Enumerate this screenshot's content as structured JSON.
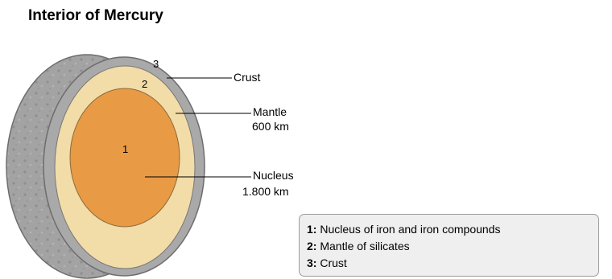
{
  "title": "Interior of Mercury",
  "colors": {
    "nucleus": "#e89a45",
    "mantle": "#f2dca8",
    "crust": "#a9a9a9",
    "rock": "#a3a3a3",
    "legend_bg": "#efefef"
  },
  "layers": [
    {
      "number": "1",
      "callout_line1": "Nucleus",
      "callout_line2": "1.800 km"
    },
    {
      "number": "2",
      "callout_line1": "Mantle",
      "callout_line2": "600 km"
    },
    {
      "number": "3",
      "callout_line1": "Crust",
      "callout_line2": ""
    }
  ],
  "legend": [
    {
      "key": "1:",
      "text": " Nucleus of iron and iron compounds"
    },
    {
      "key": "2:",
      "text": " Mantle of silicates"
    },
    {
      "key": "3:",
      "text": " Crust"
    }
  ]
}
